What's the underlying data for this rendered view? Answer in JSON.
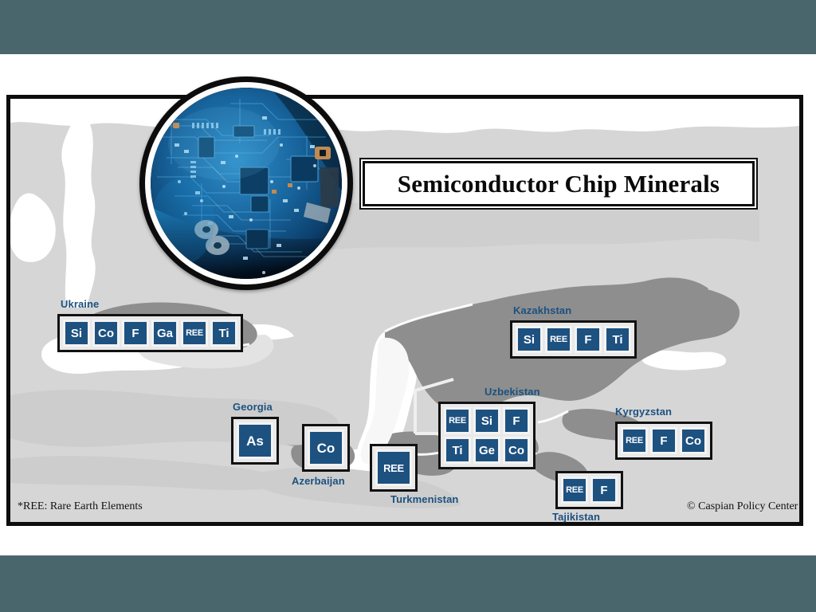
{
  "slide": {
    "title": "Semiconductor Chip Minerals",
    "bar_color": "#4a666d",
    "map_bg_color": "#d6d6d6",
    "tile_color": "#1d5180",
    "label_color": "#1c5180"
  },
  "hero_image": {
    "icon": "circuit-board-photo",
    "description": "Circular photo of a blue semiconductor circuit board"
  },
  "countries": [
    {
      "name": "Ukraine",
      "label_position": "above",
      "rows": [
        [
          "Si",
          "Co",
          "F",
          "Ga",
          "REE",
          "Ti"
        ]
      ]
    },
    {
      "name": "Kazakhstan",
      "label_position": "above",
      "rows": [
        [
          "Si",
          "REE",
          "F",
          "Ti"
        ]
      ]
    },
    {
      "name": "Georgia",
      "label_position": "above",
      "rows": [
        [
          "As"
        ]
      ]
    },
    {
      "name": "Azerbaijan",
      "label_position": "below",
      "rows": [
        [
          "Co"
        ]
      ]
    },
    {
      "name": "Turkmenistan",
      "label_position": "below",
      "rows": [
        [
          "REE"
        ]
      ]
    },
    {
      "name": "Uzbekistan",
      "label_position": "above",
      "rows": [
        [
          "REE",
          "Si",
          "F"
        ],
        [
          "Ti",
          "Ge",
          "Co"
        ]
      ]
    },
    {
      "name": "Kyrgyzstan",
      "label_position": "above",
      "rows": [
        [
          "REE",
          "F",
          "Co"
        ]
      ]
    },
    {
      "name": "Tajikistan",
      "label_position": "below",
      "rows": [
        [
          "REE",
          "F"
        ]
      ]
    }
  ],
  "footnotes": {
    "ree_note": "*REE: Rare Earth Elements",
    "credit": "© Caspian Policy Center"
  }
}
